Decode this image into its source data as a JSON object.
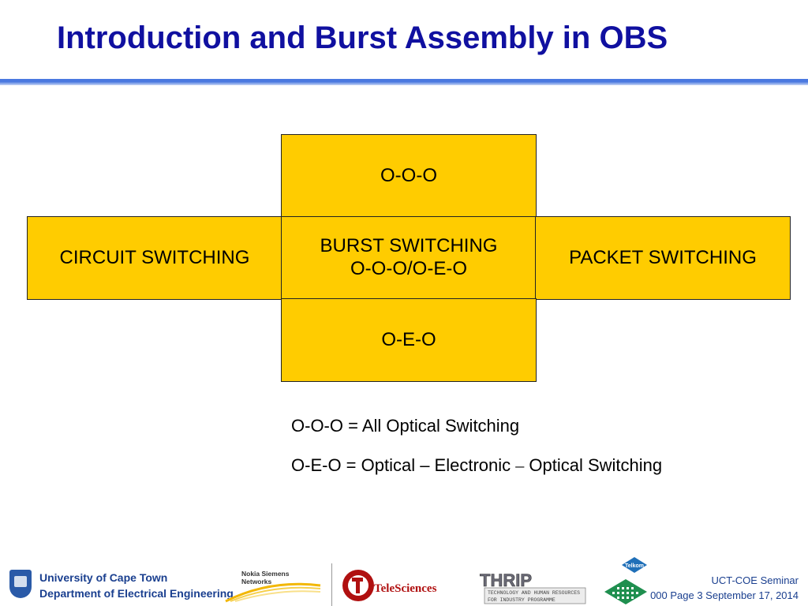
{
  "slide": {
    "title": "Introduction and Burst Assembly in OBS"
  },
  "diagram": {
    "top": "O-O-O",
    "left": "CIRCUIT SWITCHING",
    "center_line1": "BURST SWITCHING",
    "center_line2": "O-O-O/O-E-O",
    "right": "PACKET SWITCHING",
    "bottom": "O-E-O",
    "fill_color": "#ffcc00"
  },
  "legend": {
    "line1": "O-O-O  = All Optical Switching",
    "line2_part1": "O-E-O = Optical – Electronic ",
    "line2_dash": "–",
    "line2_part2": " Optical Switching"
  },
  "footer": {
    "uct_line1": "University of Cape Town",
    "uct_line2": "Department of Electrical Engineering",
    "nsn_line1": "Nokia Siemens",
    "nsn_line2": "Networks",
    "telesciences": "TeleSciences",
    "thrip_big": "THRIP",
    "thrip_line1": "TECHNOLOGY AND HUMAN RESOURCES",
    "thrip_line2": "FOR INDUSTRY PROGRAMME",
    "telkom": "Telkom",
    "seminar_line1": "UCT-COE Seminar",
    "seminar_line2": "000 Page 3 September 17, 2014"
  }
}
